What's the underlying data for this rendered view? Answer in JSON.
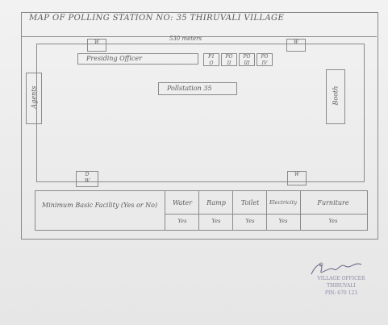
{
  "title": "MAP OF POLLING STATION NO: 35 THIRUVALI VILLAGE",
  "dimension_label": "530 meters",
  "doors": {
    "top_left": "W",
    "top_right": "W",
    "bottom_left": "D\nW",
    "bottom_right": "W"
  },
  "presiding_officer": "Presiding Officer",
  "polling_officers": [
    "P1\nO",
    "PO\nII",
    "PO\nIII",
    "PO\nIV"
  ],
  "left_side": "Agents",
  "right_side": "Booth",
  "center_label": "Pollstation 35",
  "facilities_table": {
    "header": "Minimum Basic Facility (Yes or No)",
    "columns": [
      "Water",
      "Ramp",
      "Toilet",
      "Electricity",
      "Furniture"
    ],
    "values": [
      "Yes",
      "Yes",
      "Yes",
      "Yes",
      "Yes"
    ]
  },
  "stamp": {
    "office": "VILLAGE OFFICER",
    "place": "THIRUVALI",
    "pin": "PIN: 670 123"
  }
}
